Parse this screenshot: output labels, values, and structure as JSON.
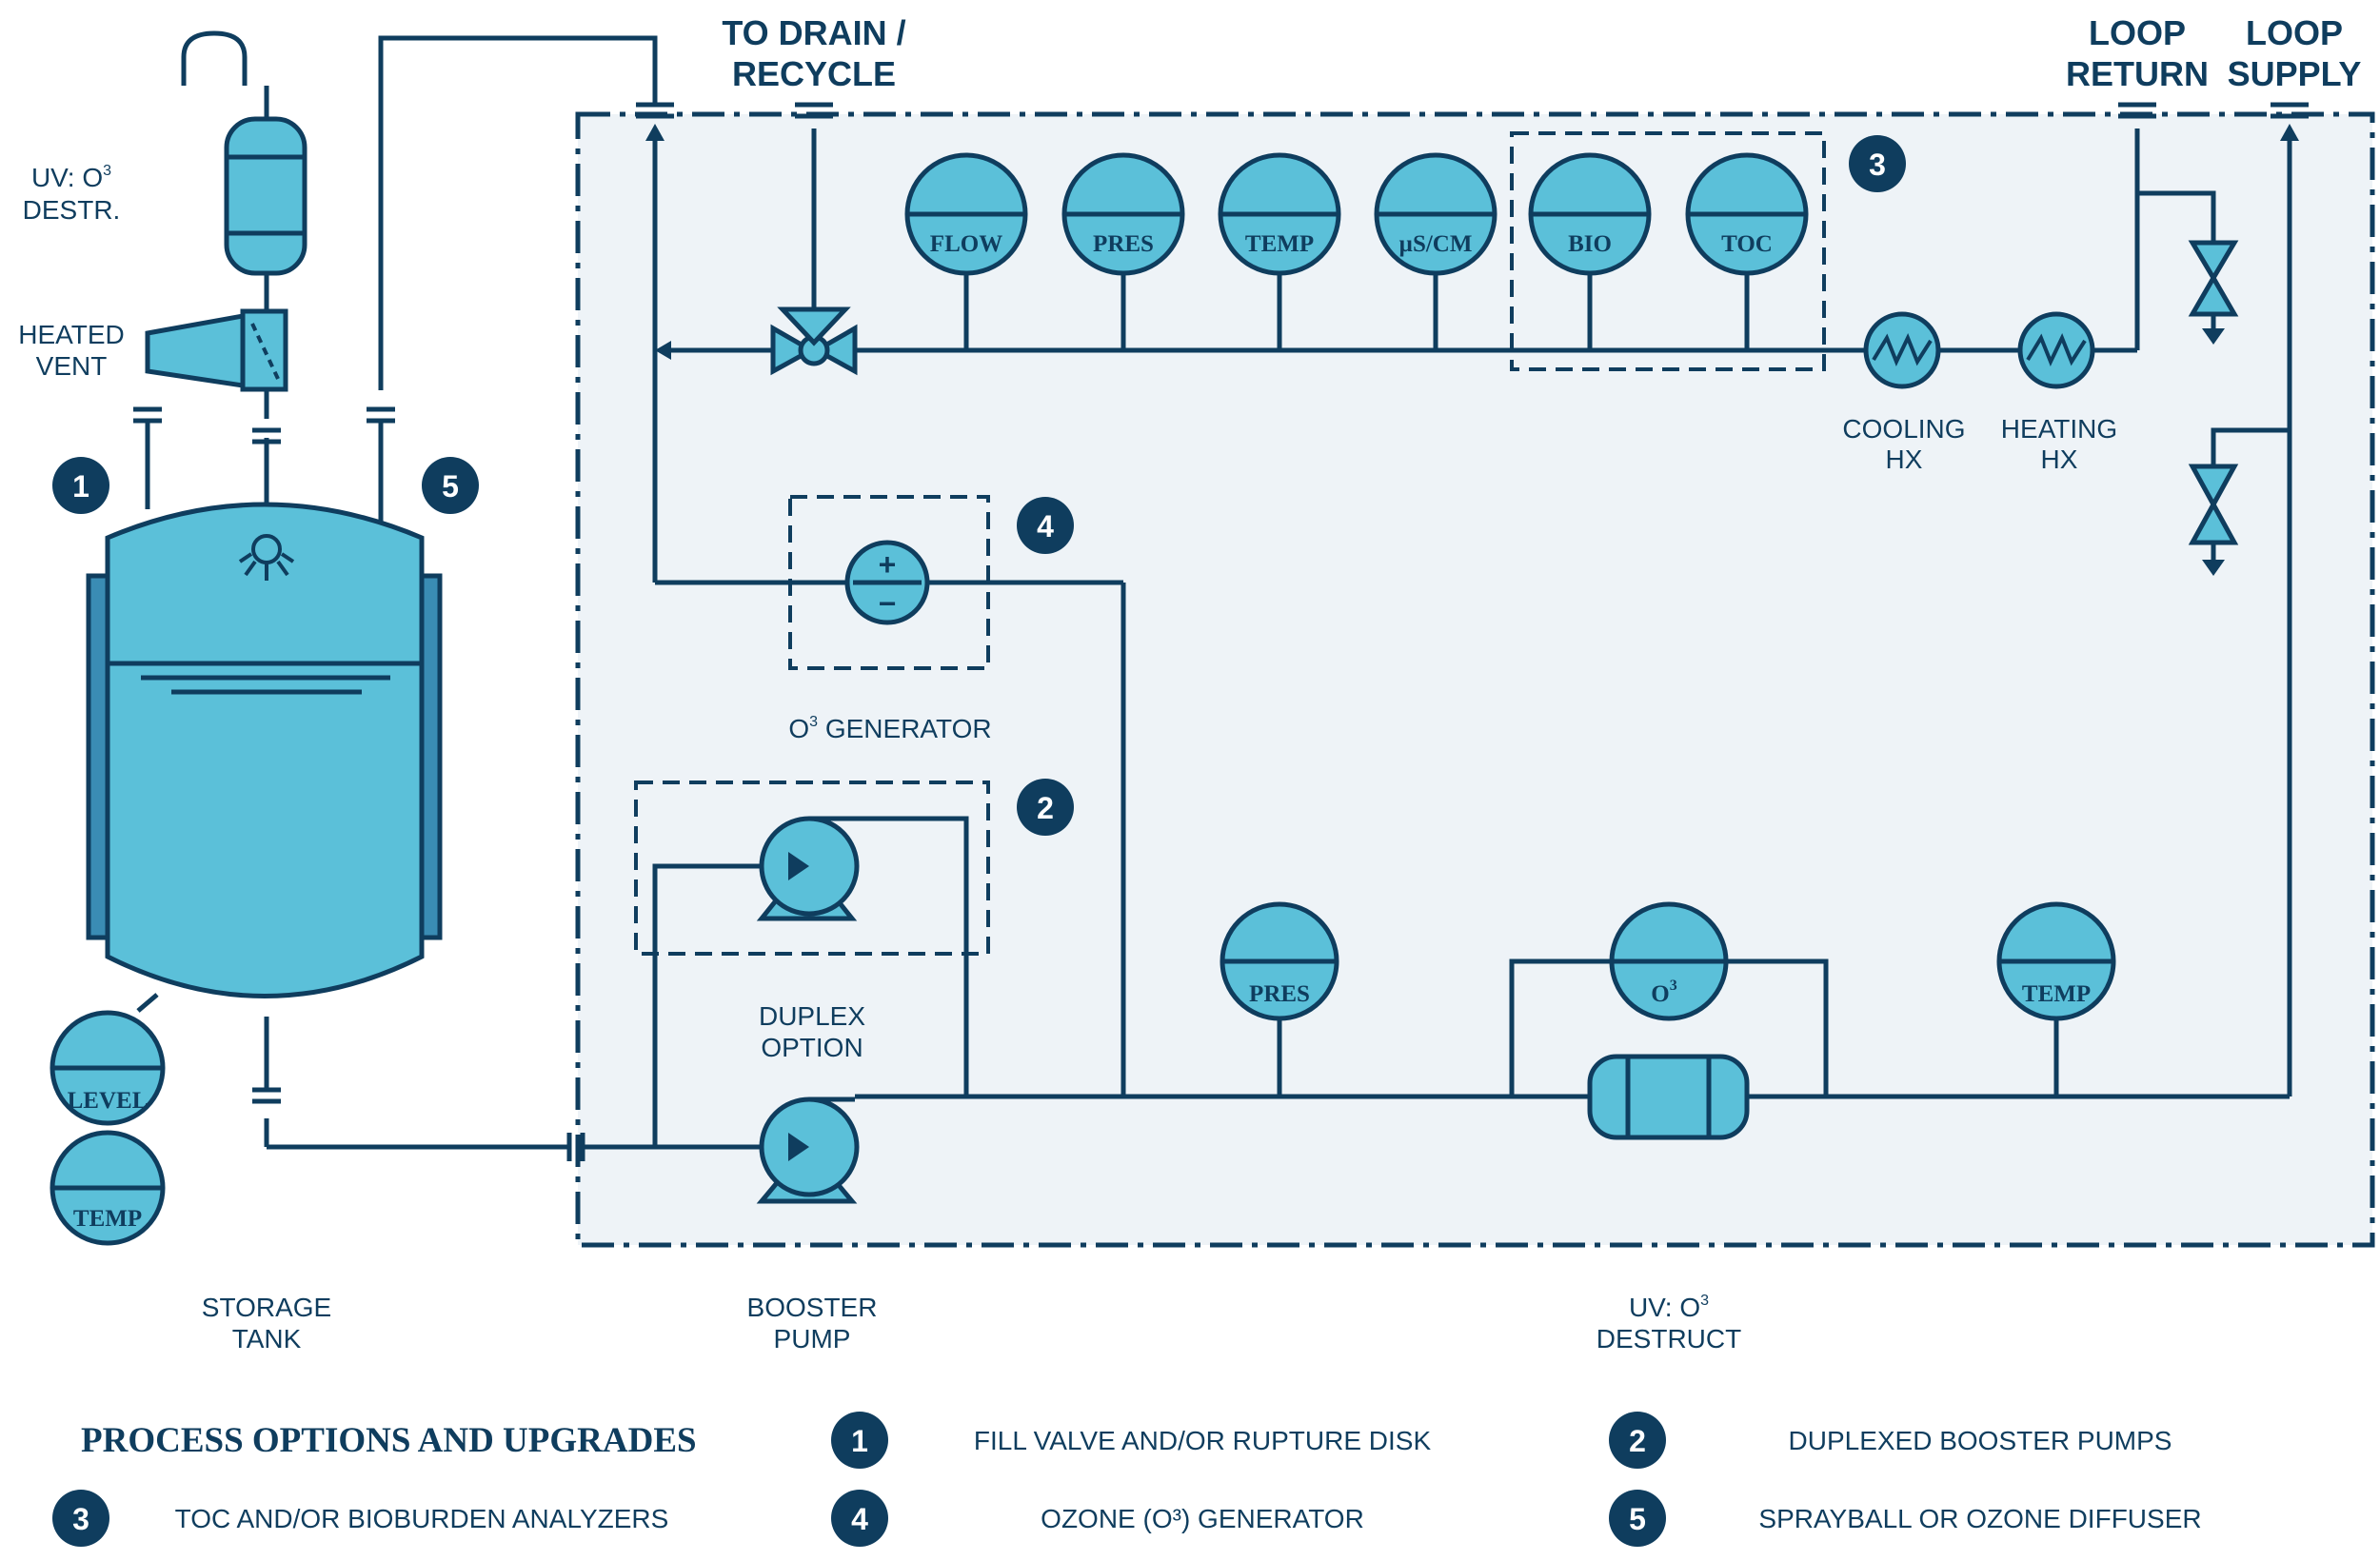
{
  "colors": {
    "line": "#0f3d5e",
    "fill": "#5bc0d9",
    "skid_bg": "#eef3f7",
    "badge": "#0f3d5e"
  },
  "labels": {
    "uv_destr_1": "UV: O",
    "uv_destr_sup": "3",
    "uv_destr_2": "DESTR.",
    "heated_vent_1": "HEATED",
    "heated_vent_2": "VENT",
    "to_drain_1": "TO DRAIN /",
    "to_drain_2": "RECYCLE",
    "loop_return_1": "LOOP",
    "loop_return_2": "RETURN",
    "loop_supply_1": "LOOP",
    "loop_supply_2": "SUPPLY",
    "cooling_1": "COOLING",
    "cooling_2": "HX",
    "heating_1": "HEATING",
    "heating_2": "HX",
    "o3_gen_1": "O",
    "o3_gen_sup": "3",
    "o3_gen_2": " GENERATOR",
    "duplex_1": "DUPLEX",
    "duplex_2": "OPTION",
    "storage_1": "STORAGE",
    "storage_2": "TANK",
    "booster_1": "BOOSTER",
    "booster_2": "PUMP",
    "uv_destruct_1": "UV: O",
    "uv_destruct_sup": "3",
    "uv_destruct_2": "DESTRUCT"
  },
  "instruments": {
    "flow": "FLOW",
    "pres_top": "PRES",
    "temp_top": "TEMP",
    "cond": "µS/CM",
    "bio": "BIO",
    "toc": "TOC",
    "pres_bottom": "PRES",
    "o3": "O",
    "o3_sup": "3",
    "temp_bottom": "TEMP",
    "level": "LEVEL",
    "temp_tank": "TEMP"
  },
  "badges": {
    "b1": "1",
    "b2": "2",
    "b3": "3",
    "b4": "4",
    "b5": "5"
  },
  "legend": {
    "title": "PROCESS OPTIONS AND UPGRADES",
    "items": [
      {
        "num": "1",
        "text": "FILL VALVE AND/OR RUPTURE DISK"
      },
      {
        "num": "2",
        "text": "DUPLEXED BOOSTER PUMPS"
      },
      {
        "num": "3",
        "text": "TOC AND/OR BIOBURDEN ANALYZERS"
      },
      {
        "num": "4",
        "text": "OZONE (O³) GENERATOR"
      },
      {
        "num": "5",
        "text": "SPRAYBALL OR OZONE DIFFUSER"
      }
    ]
  }
}
